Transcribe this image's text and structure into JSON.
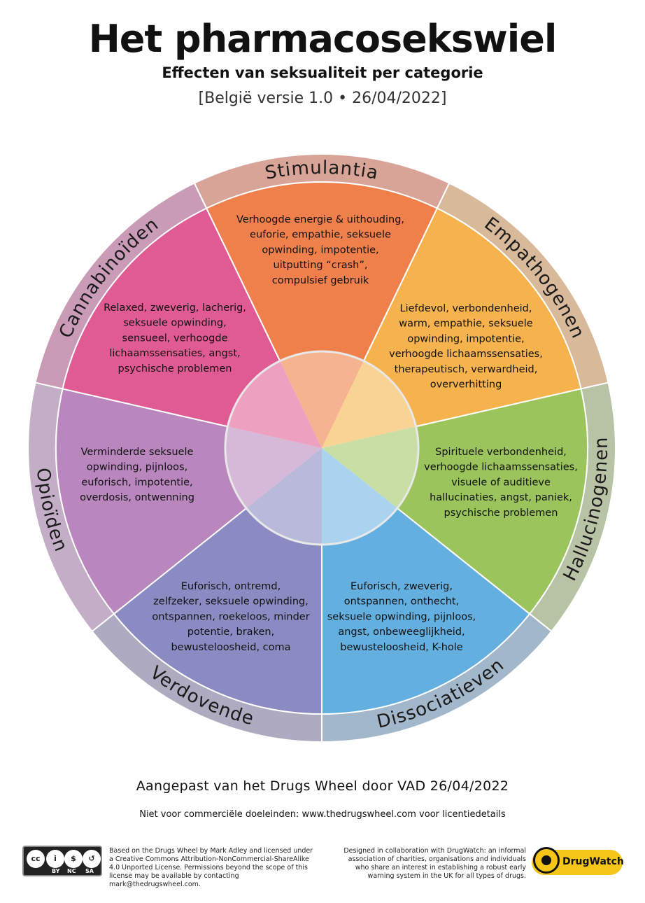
{
  "header": {
    "title": "Het pharmacosekswiel",
    "subtitle": "Effecten van seksualiteit per categorie",
    "version": "[België versie 1.0  • 26/04/2022]"
  },
  "wheel": {
    "segments": [
      {
        "name": "Stimulantia",
        "color": "#ef7f4b",
        "rim": "#d8a497",
        "inner": "#f5b38f",
        "text": [
          "Verhoogde energie & uithouding,",
          "euforie, empathie, seksuele",
          "opwinding, impotentie,",
          "uitputting “crash”,",
          "compulsief gebruik"
        ]
      },
      {
        "name": "Empathogenen",
        "color": "#f6b24c",
        "rim": "#d8b99a",
        "inner": "#f9d393",
        "text": [
          "Liefdevol, verbondenheid,",
          "warm, empathie, seksuele",
          "opwinding, impotentie,",
          "verhoogde lichaamssensaties,",
          "therapeutisch, verwardheid,",
          "oververhitting"
        ]
      },
      {
        "name": "Hallucinogenen",
        "color": "#9bc45d",
        "rim": "#b8c2a4",
        "inner": "#c9dea5",
        "text": [
          "Spirituele verbondenheid,",
          "verhoogde lichaamssensaties,",
          "visuele of auditieve",
          "hallucinaties, angst, paniek,",
          "psychische problemen"
        ]
      },
      {
        "name": "Dissociatieven",
        "color": "#63b0e0",
        "rim": "#a3b7ca",
        "inner": "#a9d3ef",
        "text": [
          "Euforisch, zweverig,",
          "ontspannen, onthecht,",
          "seksuele opwinding, pijnloos,",
          "angst, onbeweeglijkheid,",
          "bewusteloosheid, K-hole"
        ]
      },
      {
        "name": "Verdovende",
        "color": "#8a8bc2",
        "rim": "#aeabc1",
        "inner": "#b9b9d9",
        "text": [
          "Euforisch, ontremd,",
          "zelfzeker, seksuele opwinding,",
          "ontspannen, roekeloos, minder",
          "potentie, braken,",
          "bewusteloosheid, coma"
        ]
      },
      {
        "name": "Opioïden",
        "color": "#b987be",
        "rim": "#c4adc6",
        "inner": "#d6b8d9",
        "text": [
          "Verminderde seksuele",
          "opwinding, pijnloos,",
          "euforisch, impotentie,",
          "overdosis, ontwenning"
        ]
      },
      {
        "name": "Cannabinoïden",
        "color": "#e05b93",
        "rim": "#c99bb6",
        "inner": "#eea0c1",
        "text": [
          "Relaxed, zweverig, lacherig,",
          "seksuele opwinding,",
          "sensueel, verhoogde",
          "lichaamssensaties, angst,",
          "psychische problemen"
        ]
      }
    ]
  },
  "footer": {
    "main": "Aangepast van het Drugs Wheel door VAD 26/04/2022",
    "sub": "Niet voor commerciële doeleinden: www.thedrugswheel.com voor licentiedetails",
    "cc_labels": [
      "BY",
      "NC",
      "SA"
    ],
    "license_text": "Based on the Drugs Wheel by Mark Adley and licensed under a Creative Commons Attribution-NonCommercial-ShareAlike 4.0 Unported License. Permissions beyond the scope of this license may be available by contacting mark@thedrugswheel.com.",
    "drugwatch_text": "Designed in collaboration with DrugWatch: an informal association of charities, organisations and individuals who share an interest in establishing a robust early warning system in the UK for all types of drugs.",
    "drugwatch_logo": "DrugWatch"
  }
}
